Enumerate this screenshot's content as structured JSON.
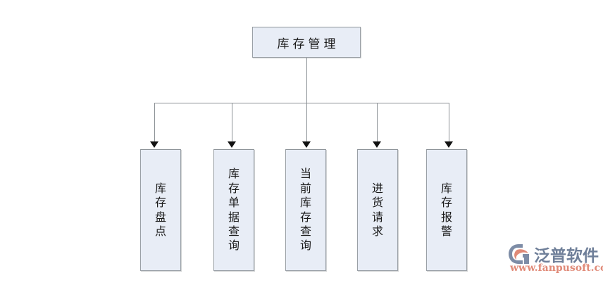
{
  "diagram": {
    "type": "org-tree",
    "title": "库存管理",
    "root": {
      "label": "库存管理",
      "chars": [
        "库",
        "存",
        "管",
        "理"
      ]
    },
    "children": [
      {
        "label": "库存盘点",
        "chars": [
          "库",
          "存",
          "盘",
          "点"
        ]
      },
      {
        "label": "库存单据查询",
        "chars": [
          "库",
          "存",
          "单",
          "据",
          "查",
          "询"
        ]
      },
      {
        "label": "当前库存查询",
        "chars": [
          "当",
          "前",
          "库",
          "存",
          "查",
          "询"
        ]
      },
      {
        "label": "进货请求",
        "chars": [
          "进",
          "货",
          "请",
          "求"
        ]
      },
      {
        "label": "库存报警",
        "chars": [
          "库",
          "存",
          "报",
          "警"
        ]
      }
    ]
  },
  "watermark": {
    "brand": "泛普软件",
    "url": "www.fanpusoft.com",
    "logo_icon": "fanpu-logo-icon",
    "brand_color": "#6f7f99",
    "url_color": "#e08a78",
    "accent_color": "#e08a78"
  },
  "colors": {
    "background": "#ffffff",
    "box_fill": "#e8edf6",
    "box_border": "#9aa0a6",
    "connector": "#8c9196",
    "arrow": "#111111",
    "text": "#1a1a1a"
  }
}
